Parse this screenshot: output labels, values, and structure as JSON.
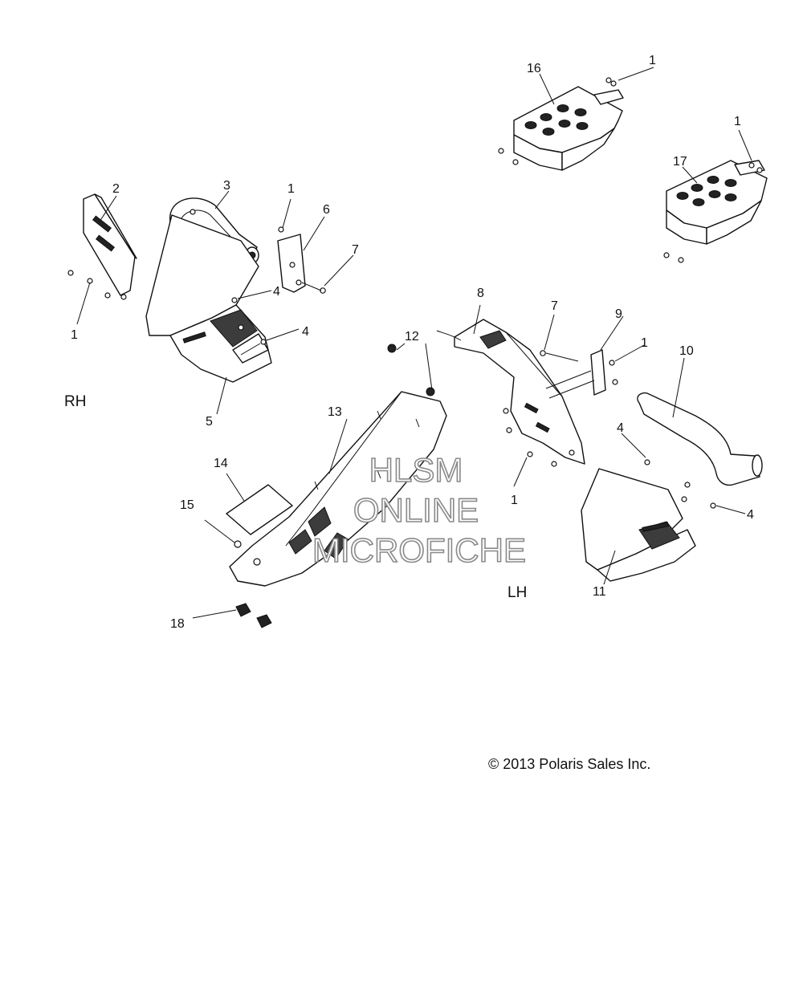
{
  "diagram": {
    "side_labels": {
      "right": "RH",
      "left": "LH"
    },
    "callouts": [
      {
        "id": "c1a",
        "text": "1"
      },
      {
        "id": "c1b",
        "text": "1"
      },
      {
        "id": "c1c",
        "text": "1"
      },
      {
        "id": "c1d",
        "text": "1"
      },
      {
        "id": "c1e",
        "text": "1"
      },
      {
        "id": "c1f",
        "text": "1"
      },
      {
        "id": "c2",
        "text": "2"
      },
      {
        "id": "c3",
        "text": "3"
      },
      {
        "id": "c4a",
        "text": "4"
      },
      {
        "id": "c4b",
        "text": "4"
      },
      {
        "id": "c4c",
        "text": "4"
      },
      {
        "id": "c4d",
        "text": "4"
      },
      {
        "id": "c5",
        "text": "5"
      },
      {
        "id": "c6",
        "text": "6"
      },
      {
        "id": "c7a",
        "text": "7"
      },
      {
        "id": "c7b",
        "text": "7"
      },
      {
        "id": "c8",
        "text": "8"
      },
      {
        "id": "c9",
        "text": "9"
      },
      {
        "id": "c10",
        "text": "10"
      },
      {
        "id": "c11",
        "text": "11"
      },
      {
        "id": "c12",
        "text": "12"
      },
      {
        "id": "c13",
        "text": "13"
      },
      {
        "id": "c14",
        "text": "14"
      },
      {
        "id": "c15",
        "text": "15"
      },
      {
        "id": "c16",
        "text": "16"
      },
      {
        "id": "c17",
        "text": "17"
      },
      {
        "id": "c18",
        "text": "18"
      }
    ],
    "watermark": [
      "HLSM",
      "ONLINE",
      "MICROFICHE"
    ],
    "copyright": "© 2013 Polaris Sales Inc."
  }
}
